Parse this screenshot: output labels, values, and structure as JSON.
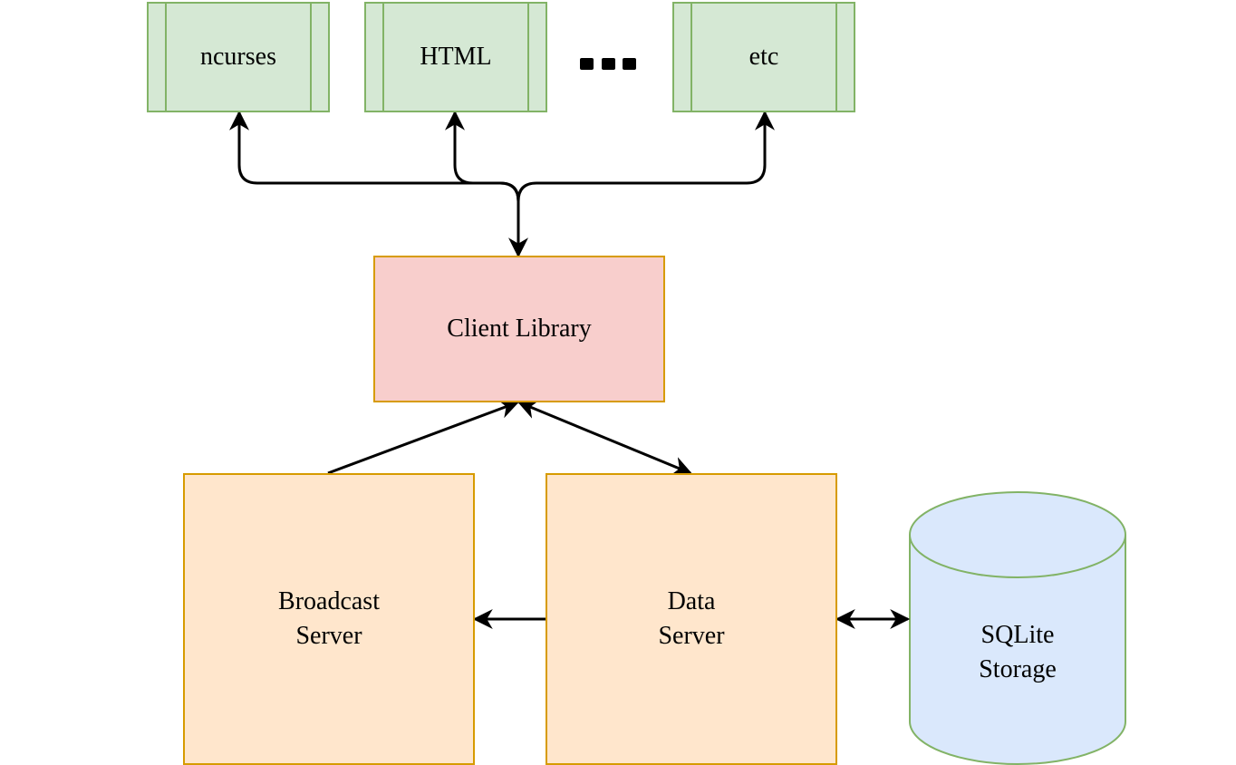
{
  "diagram": {
    "renderers": [
      {
        "id": "ncurses",
        "label": "ncurses"
      },
      {
        "id": "html",
        "label": "HTML"
      },
      {
        "id": "etc",
        "label": "etc"
      }
    ],
    "ellipsis": "...",
    "client_library": {
      "label": "Client Library"
    },
    "broadcast_server": {
      "label": "Broadcast\nServer"
    },
    "data_server": {
      "label": "Data\nServer"
    },
    "storage": {
      "label": "SQLite\nStorage"
    },
    "edges": [
      {
        "from": "client_library",
        "to": "ncurses",
        "type": "arrow"
      },
      {
        "from": "client_library",
        "to": "html",
        "type": "arrow"
      },
      {
        "from": "client_library",
        "to": "etc",
        "type": "arrow"
      },
      {
        "from": "broadcast_server",
        "to": "client_library",
        "type": "arrow"
      },
      {
        "from": "client_library",
        "to": "data_server",
        "type": "bidirectional"
      },
      {
        "from": "data_server",
        "to": "broadcast_server",
        "type": "arrow"
      },
      {
        "from": "data_server",
        "to": "storage",
        "type": "bidirectional"
      }
    ],
    "colors": {
      "renderer_fill": "#d5e8d4",
      "renderer_stroke": "#82b366",
      "client_fill": "#f8cecc",
      "server_fill": "#ffe6cc",
      "server_stroke": "#d79b00",
      "storage_fill": "#dae8fc",
      "storage_stroke": "#82b366",
      "edge": "#000000"
    }
  }
}
